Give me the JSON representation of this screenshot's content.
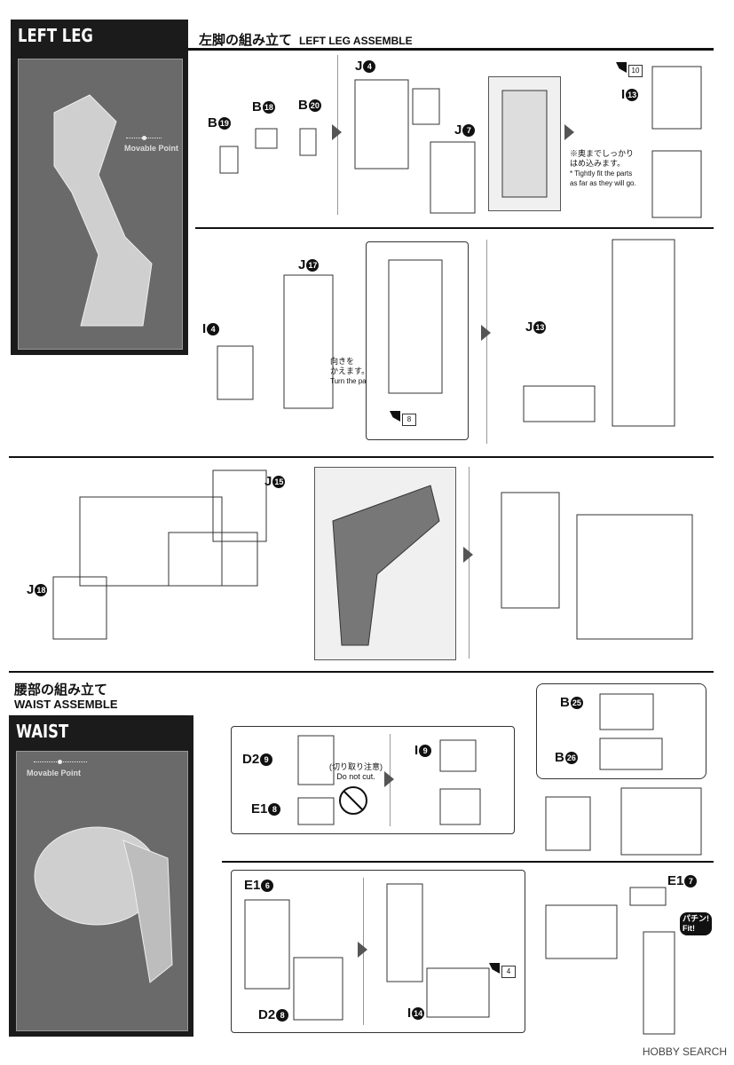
{
  "left_leg": {
    "panel_title": "LEFT LEG",
    "movable_point": "Movable Point",
    "header_jp": "左脚の組み立て",
    "header_en": "LEFT LEG ASSEMBLE"
  },
  "waist": {
    "panel_title": "WAIST",
    "movable_point": "Movable Point",
    "header_jp": "腰部の組み立て",
    "header_en": "WAIST ASSEMBLE"
  },
  "parts": {
    "b19": "B",
    "b19n": "19",
    "b18": "B",
    "b18n": "18",
    "b20": "B",
    "b20n": "20",
    "j4": "J",
    "j4n": "4",
    "j7": "J",
    "j7n": "7",
    "i13": "I",
    "i13n": "13",
    "j17": "J",
    "j17n": "17",
    "i4": "I",
    "i4n": "4",
    "j13": "J",
    "j13n": "13",
    "j15": "J",
    "j15n": "15",
    "j18": "J",
    "j18n": "18",
    "b25": "B",
    "b25n": "25",
    "b26": "B",
    "b26n": "26",
    "d29": "D2",
    "d29n": "9",
    "e18": "E1",
    "e18n": "8",
    "i9": "I",
    "i9n": "9",
    "e16": "E1",
    "e16n": "6",
    "d28": "D2",
    "d28n": "8",
    "i14": "I",
    "i14n": "14",
    "e17": "E1",
    "e17n": "7"
  },
  "notes": {
    "tight_jp1": "※奥までしっかり",
    "tight_jp2": "はめ込みます。",
    "tight_en1": "* Tightly fit the parts",
    "tight_en2": "as far as they will go.",
    "turn_jp1": "向きを",
    "turn_jp2": "かえます。",
    "turn_en": "Turn the parts.",
    "cut_jp": "(切り取り注意)",
    "cut_en": "Do not cut.",
    "fit_jp": "パチン!",
    "fit_en": "Fit!"
  },
  "tools": {
    "t1": "10",
    "t2": "8",
    "t3": "4"
  },
  "footer": "HOBBY SEARCH"
}
